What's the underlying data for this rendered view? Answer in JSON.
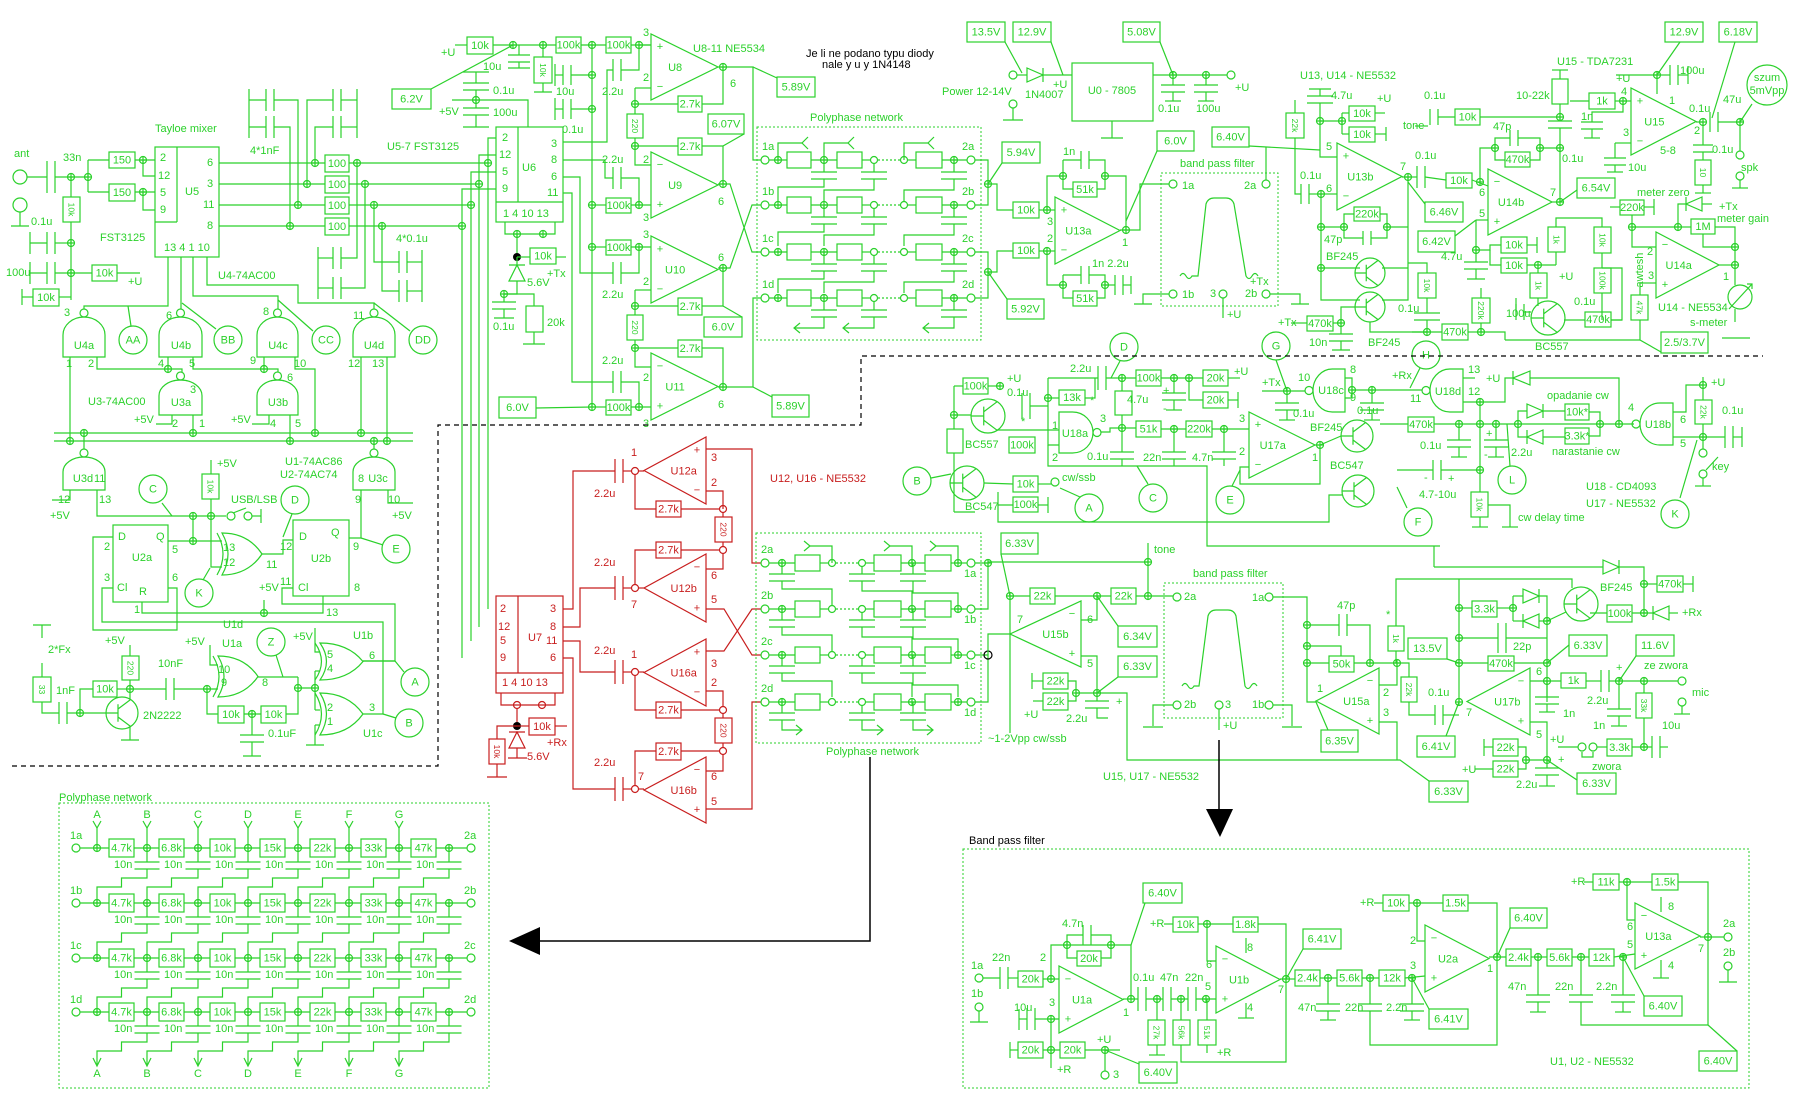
{
  "meta": {
    "note": [
      "Je li ne podano typu diody",
      "nale y u y  1N4148"
    ],
    "colors": {
      "circuit": "#2bd12b",
      "rx_branch": "#c81e1e",
      "annotation": "#000000"
    },
    "symbols": {
      "plus": "+",
      "minus": "−"
    }
  },
  "mixer": {
    "title": "Tayloe mixer",
    "ant": "ant",
    "ic": {
      "ref": "U5",
      "part": "FST3125",
      "pins_left": [
        "2",
        "12",
        "5",
        "9"
      ],
      "pins_right": [
        "6",
        "3",
        "11",
        "8"
      ],
      "pins_bottom": "13 4 1 10"
    },
    "r": [
      "150",
      "150",
      "100",
      "100",
      "100",
      "100",
      "10k",
      "10k",
      "10k"
    ],
    "c": [
      "33n",
      "0.1u",
      "100u",
      "4*1nF",
      "4*0.1u"
    ],
    "node": [
      "+U"
    ],
    "notes": [
      "U4-74AC00",
      "U5-7 FST3125"
    ]
  },
  "rx_amp": {
    "opamp_note": "U8-11 NE5534",
    "ic": {
      "ref": "U6",
      "pins_left": [
        "2",
        "12",
        "5",
        "9"
      ],
      "pins_right": [
        "3",
        "8",
        "6",
        "11"
      ],
      "pins_bottom": "1  4  10  13"
    },
    "opamps": [
      {
        "ref": "U8",
        "pins": [
          "3",
          "2",
          "6"
        ]
      },
      {
        "ref": "U9",
        "pins": [
          "2",
          "3",
          "6"
        ]
      },
      {
        "ref": "U10",
        "pins": [
          "3",
          "2",
          "6"
        ]
      },
      {
        "ref": "U11",
        "pins": [
          "2",
          "6",
          "3"
        ]
      }
    ],
    "r": [
      "10k",
      "100k",
      "100k",
      "10k",
      "2.7k",
      "220",
      "2.7k",
      "100k",
      "10k",
      "20k",
      "100k",
      "2.7k",
      "220",
      "2.7k",
      "100k"
    ],
    "c": [
      "10u",
      "0.1u",
      "100u",
      "10u",
      "0.1u",
      "2.2u",
      "2.2u",
      "2.2u",
      "2.2u",
      "0.1u"
    ],
    "node": [
      "+U",
      "+5V",
      "+Tx"
    ],
    "zener": "5.6V",
    "v": [
      "6.2V",
      "5.89V",
      "6.07V",
      "6.0V",
      "6.0V",
      "5.89V"
    ]
  },
  "polyphase_rx": {
    "title": "Polyphase network",
    "inputs": [
      "1a",
      "1b",
      "1c",
      "1d"
    ],
    "outputs": [
      "2a",
      "2b",
      "2c",
      "2d"
    ]
  },
  "power": {
    "input_label": "Power 12-14V",
    "diode": "1N4007",
    "regulator": "U0 - 7805",
    "c": [
      "0.1u",
      "100u"
    ],
    "node": [
      "+U",
      "+U"
    ],
    "v": [
      "13.5V",
      "12.9V",
      "5.08V"
    ]
  },
  "rx_sum": {
    "opamp": {
      "ref": "U13a",
      "pins": [
        "3",
        "2",
        "1"
      ]
    },
    "r": [
      "10k",
      "10k",
      "51k",
      "51k"
    ],
    "c": [
      "1n",
      "1n 2.2u"
    ],
    "v": [
      "5.94V",
      "5.92V",
      "6.0V",
      "6.40V"
    ],
    "bpf": {
      "title": "band pass filter",
      "ports": [
        "1a",
        "2a",
        "1b",
        "3",
        "2b"
      ],
      "node": [
        "+Tx",
        "+U"
      ]
    }
  },
  "audio": {
    "notes": [
      "U13, U14 - NE5532",
      "U15 - TDA7231",
      "U14 - NE5534"
    ],
    "opamps": [
      {
        "ref": "U13b",
        "pins": [
          "5",
          "6",
          "7"
        ]
      },
      {
        "ref": "U14b",
        "pins": [
          "6",
          "5",
          "7"
        ]
      },
      {
        "ref": "U14a",
        "pins": [
          "2",
          "3",
          "1"
        ]
      },
      {
        "ref": "U15",
        "pins": [
          "4",
          "3",
          "2",
          "1",
          "5-8"
        ]
      }
    ],
    "r": [
      "22k",
      "10k",
      "10k",
      "10k",
      "220k",
      "10k",
      "470k",
      "10-22k",
      "1k",
      "10k",
      "10k",
      "1k",
      "10k",
      "100k",
      "220k",
      "1M",
      "10",
      "47k",
      "1k",
      "470k",
      "470k",
      "220k",
      "10k",
      "470k"
    ],
    "c": [
      "4.7u",
      "0.1u",
      "0.1u",
      "0.1u",
      "47p",
      "0.1u",
      "47p",
      "4.7u",
      "1n",
      "10u",
      "100u",
      "47u",
      "0.1u",
      "0.1u",
      "100u",
      "0.1u",
      "0.1u",
      "10n"
    ],
    "transistors": [
      "BF245",
      "BF245",
      "BC557"
    ],
    "node": [
      "+U",
      "+U",
      "tone",
      "+Tx",
      "+U",
      "+Tx"
    ],
    "v": [
      "12.9V",
      "6.18V",
      "6.46V",
      "6.54V",
      "6.42V",
      "2.5/3.7V"
    ],
    "noise": [
      "szum",
      "5mVpp"
    ],
    "labels": [
      "spk",
      "meter zero",
      "meter gain",
      "s-meter",
      "awtesh"
    ]
  },
  "logic": {
    "notes": [
      "U3-74AC00",
      "U1-74AC86",
      "U2-74AC74"
    ],
    "gates": [
      {
        "ref": "U4a",
        "pins": [
          "3",
          "1",
          "2"
        ]
      },
      {
        "ref": "U4b",
        "pins": [
          "6",
          "4",
          "5"
        ]
      },
      {
        "ref": "U4c",
        "pins": [
          "8",
          "9",
          "10"
        ]
      },
      {
        "ref": "U4d",
        "pins": [
          "11",
          "12",
          "13"
        ]
      },
      {
        "ref": "U3a",
        "pins": [
          "3",
          "2",
          "1"
        ]
      },
      {
        "ref": "U3b",
        "pins": [
          "6",
          "4",
          "5"
        ]
      },
      {
        "ref": "U3d",
        "pins": [
          "11",
          "12",
          "13"
        ]
      },
      {
        "ref": "U3c",
        "pins": [
          "8",
          "9",
          "10"
        ]
      },
      {
        "ref": "U1d",
        "pins": [
          "13",
          "12",
          "11"
        ]
      },
      {
        "ref": "U1a",
        "pins": [
          "10",
          "9",
          "8"
        ]
      },
      {
        "ref": "U1b",
        "pins": [
          "5",
          "4",
          "6"
        ]
      },
      {
        "ref": "U1c",
        "pins": [
          "2",
          "1",
          "3"
        ]
      }
    ],
    "flipflops": [
      {
        "ref": "U2a",
        "terminals": [
          "D",
          "Q",
          "Cl",
          "R"
        ],
        "pins": [
          "2",
          "5",
          "3",
          "6",
          "1"
        ]
      },
      {
        "ref": "U2b",
        "terminals": [
          "D",
          "Q",
          "Cl"
        ],
        "pins": [
          "12",
          "9",
          "11",
          "8",
          "13"
        ]
      }
    ],
    "test_points": [
      "AA",
      "BB",
      "CC",
      "DD",
      "C",
      "D",
      "E",
      "K",
      "Z",
      "A",
      "B"
    ],
    "node": [
      "+5V",
      "+5V",
      "+5V",
      "+5V",
      "+5V",
      "+5V",
      "+5V",
      "+5V",
      "+5V"
    ],
    "labels": [
      "USB/LSB",
      "2*Fx"
    ],
    "r": [
      "10k",
      "33",
      "220",
      "10k",
      "10k",
      "10k"
    ],
    "c": [
      "1nF",
      "10nF",
      "0.1uF"
    ],
    "transistor": "2N2222"
  },
  "tx_split": {
    "note": "U12, U16 - NE5532",
    "ic": {
      "ref": "U7",
      "pins_left": [
        "2",
        "12",
        "5",
        "9"
      ],
      "pins_right": [
        "3",
        "8",
        "11",
        "6"
      ],
      "pins_bottom": "1  4  10  13"
    },
    "opamps": [
      {
        "ref": "U12a",
        "pins": [
          "1",
          "3",
          "2"
        ]
      },
      {
        "ref": "U12b",
        "pins": [
          "6",
          "5",
          "7"
        ]
      },
      {
        "ref": "U16a",
        "pins": [
          "1",
          "3",
          "2"
        ]
      },
      {
        "ref": "U16b",
        "pins": [
          "7",
          "6",
          "5"
        ]
      }
    ],
    "r": [
      "10k",
      "10k",
      "2.7k",
      "220",
      "2.7k",
      "2.7k",
      "220",
      "2.7k"
    ],
    "c": [
      "2.2u",
      "2.2u",
      "2.2u",
      "2.2u"
    ],
    "node": [
      "+Rx"
    ],
    "zener": "5.6V"
  },
  "polyphase_tx": {
    "title": "Polyphase network",
    "inputs": [
      "2a",
      "2b",
      "2c",
      "2d"
    ],
    "outputs": [
      "1a",
      "1b",
      "1c",
      "1d"
    ]
  },
  "cw": {
    "notes": [
      "U18 - CD4093",
      "U17 - NE5532"
    ],
    "gates": [
      {
        "ref": "U18a",
        "pins": [
          "3",
          "1",
          "2"
        ]
      },
      {
        "ref": "U18c",
        "pins": [
          "10",
          "8",
          "9"
        ]
      },
      {
        "ref": "U18d",
        "pins": [
          "11",
          "13",
          "12"
        ]
      },
      {
        "ref": "U18b",
        "pins": [
          "4",
          "6",
          "5"
        ]
      }
    ],
    "opamp": {
      "ref": "U17a",
      "pins": [
        "3",
        "2",
        "1"
      ]
    },
    "r": [
      "100k",
      "100k",
      "13k",
      "100k",
      "10k",
      "100k",
      "20k",
      "20k",
      "51k",
      "220k",
      "470k",
      "10k*",
      "3.3k*",
      "22k",
      "10k"
    ],
    "c": [
      "0.1u",
      "2.2u",
      "4.7u",
      "0.1u",
      "22n",
      "4.7n",
      "0.1u",
      "0.1u",
      "0.1u",
      "2.2u",
      "4.7-10u",
      "0.1u"
    ],
    "transistors": [
      "BC557",
      "BC547",
      "BF245",
      "BC547"
    ],
    "test_points": [
      "D",
      "G",
      "H",
      "B",
      "A",
      "C",
      "E",
      "L",
      "F",
      "K"
    ],
    "node": [
      "+U",
      "+U",
      "+Tx",
      "+Rx",
      "+U",
      "+U"
    ],
    "labels": [
      "cw/ssb",
      "opadanie cw",
      "narastanie cw",
      "key",
      "cw delay time",
      "*",
      "*"
    ],
    "polarity": [
      "+",
      "-",
      "+",
      "-",
      "-",
      "+"
    ]
  },
  "tx_mod": {
    "notes": [
      "U15, U17 - NE5532",
      "~1-2Vpp cw/ssb"
    ],
    "opamps": [
      {
        "ref": "U15b",
        "pins": [
          "7",
          "6",
          "5"
        ]
      },
      {
        "ref": "U15a",
        "pins": [
          "1",
          "2",
          "3"
        ]
      },
      {
        "ref": "U17b",
        "pins": [
          "6",
          "5",
          "7"
        ]
      }
    ],
    "r": [
      "22k",
      "22k",
      "22k",
      "22k",
      "50k",
      "1k",
      "3.3k",
      "470k",
      "100k",
      "470k",
      "22k",
      "1k",
      "33k",
      "3.3k",
      "22k",
      "22k"
    ],
    "c": [
      "2.2u",
      "47p",
      "22p",
      "0.1u",
      "2.2u",
      "1n",
      "1n",
      "10u",
      "2.2u"
    ],
    "v": [
      "6.33V",
      "6.34V",
      "6.33V",
      "6.35V",
      "13.5V",
      "6.33V",
      "11.6V",
      "6.41V",
      "6.33V",
      "6.33V"
    ],
    "bpf": {
      "title": "band pass filter",
      "ports": [
        "2a",
        "1a",
        "2b",
        "3",
        "1b"
      ],
      "node": "+U"
    },
    "transistor": "BF245",
    "node": [
      "tone",
      "+U",
      "+Rx",
      "+U",
      "+U"
    ],
    "labels": [
      "ze zwora",
      "mic",
      "zwora",
      "*"
    ],
    "polarity": [
      "+",
      "+",
      "+"
    ]
  },
  "polyphase_detail": {
    "title": "Polyphase network",
    "inputs": [
      "1a",
      "1b",
      "1c",
      "1d"
    ],
    "outputs": [
      "2a",
      "2b",
      "2c",
      "2d"
    ],
    "taps": [
      "A",
      "B",
      "C",
      "D",
      "E",
      "F",
      "G"
    ],
    "resistors": [
      "4.7k",
      "6.8k",
      "10k",
      "15k",
      "22k",
      "33k",
      "47k"
    ],
    "capacitor": "10n"
  },
  "bpf_detail": {
    "title": "Band pass filter",
    "note": "U1, U2 - NE5532",
    "opamps": [
      {
        "ref": "U1a",
        "pins": [
          "2",
          "3",
          "1"
        ]
      },
      {
        "ref": "U1b",
        "pins": [
          "6",
          "5",
          "8",
          "4",
          "7"
        ]
      },
      {
        "ref": "U2a",
        "pins": [
          "2",
          "3",
          "1"
        ]
      },
      {
        "ref": "U13a",
        "pins": [
          "6",
          "5",
          "8",
          "4",
          "7"
        ]
      }
    ],
    "ports": [
      "1a",
      "1b",
      "2a",
      "2b",
      "3"
    ],
    "r": [
      "20k",
      "20k",
      "20k",
      "20k",
      "10k",
      "1.8k",
      "27k",
      "56k",
      "51k",
      "2.4k",
      "5.6k",
      "12k",
      "10k",
      "1.5k",
      "2.4k",
      "5.6k",
      "12k",
      "11k",
      "1.5k"
    ],
    "c": [
      "22n",
      "4.7n",
      "10u",
      "0.1u",
      "47n",
      "22n",
      "47n",
      "22n",
      "2.2n",
      "47n",
      "22n",
      "2.2n"
    ],
    "v": [
      "6.40V",
      "6.41V",
      "6.40V",
      "6.40V",
      "6.41V",
      "6.40V",
      "6.40V"
    ],
    "node": [
      "+R",
      "+U",
      "+R",
      "+R",
      "+R",
      "+R"
    ]
  }
}
